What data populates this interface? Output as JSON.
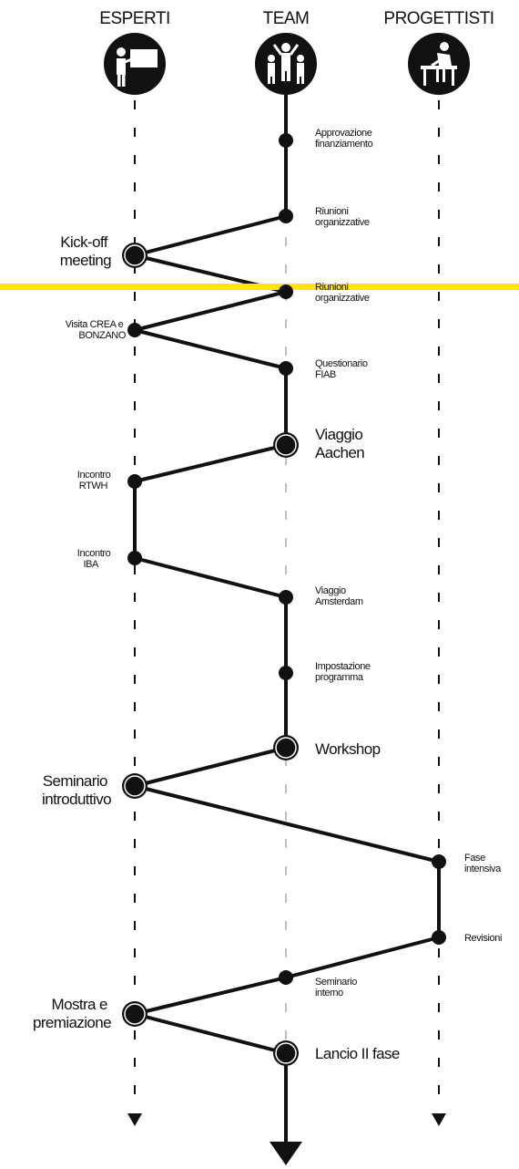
{
  "columns": [
    {
      "key": "esperti",
      "label": "ESPERTI",
      "icon": "teacher-board-icon"
    },
    {
      "key": "team",
      "label": "TEAM",
      "icon": "group-people-icon"
    },
    {
      "key": "progettisti",
      "label": "PROGETTISTI",
      "icon": "designer-desk-icon"
    }
  ],
  "events": [
    {
      "name": "approvazione",
      "col": "team",
      "major": false,
      "lines": [
        "Approvazione",
        "finanziamento"
      ]
    },
    {
      "name": "riunioni-1",
      "col": "team",
      "major": false,
      "lines": [
        "Riunioni",
        "organizzative"
      ]
    },
    {
      "name": "kickoff",
      "col": "esperti",
      "major": true,
      "lines": [
        "Kick-off",
        "meeting"
      ]
    },
    {
      "name": "riunioni-2",
      "col": "team",
      "major": false,
      "lines": [
        "Riunioni",
        "organizzative"
      ]
    },
    {
      "name": "visita-crea",
      "col": "esperti",
      "major": false,
      "lines": [
        "Visita CREA e",
        "BONZANO"
      ]
    },
    {
      "name": "questionario",
      "col": "team",
      "major": false,
      "lines": [
        "Questionario",
        "FIAB"
      ]
    },
    {
      "name": "viaggio-aachen",
      "col": "team",
      "major": true,
      "lines": [
        "Viaggio",
        "Aachen"
      ]
    },
    {
      "name": "incontro-rtwh",
      "col": "esperti",
      "major": false,
      "lines": [
        "Incontro",
        "RTWH"
      ]
    },
    {
      "name": "incontro-iba",
      "col": "esperti",
      "major": false,
      "lines": [
        "Incontro",
        "IBA"
      ]
    },
    {
      "name": "viaggio-amsterdam",
      "col": "team",
      "major": false,
      "lines": [
        "Viaggio",
        "Amsterdam"
      ]
    },
    {
      "name": "impostazione",
      "col": "team",
      "major": false,
      "lines": [
        "Impostazione",
        "programma"
      ]
    },
    {
      "name": "workshop",
      "col": "team",
      "major": true,
      "lines": [
        "Workshop"
      ]
    },
    {
      "name": "seminario-introduttivo",
      "col": "esperti",
      "major": true,
      "lines": [
        "Seminario",
        "introduttivo"
      ]
    },
    {
      "name": "fase-intensiva",
      "col": "progettisti",
      "major": false,
      "lines": [
        "Fase",
        "intensiva"
      ]
    },
    {
      "name": "revisioni",
      "col": "progettisti",
      "major": false,
      "lines": [
        "Revisioni"
      ]
    },
    {
      "name": "seminario-interno",
      "col": "team",
      "major": false,
      "lines": [
        "Seminario",
        "interno"
      ]
    },
    {
      "name": "mostra",
      "col": "esperti",
      "major": true,
      "lines": [
        "Mostra e",
        "premiazione"
      ]
    },
    {
      "name": "lancio",
      "col": "team",
      "major": true,
      "lines": [
        "Lancio II fase"
      ]
    }
  ],
  "colors": {
    "line": "#111111",
    "highlight": "#ffe600",
    "dashed": "#111111",
    "dashed_team": "#999999"
  }
}
